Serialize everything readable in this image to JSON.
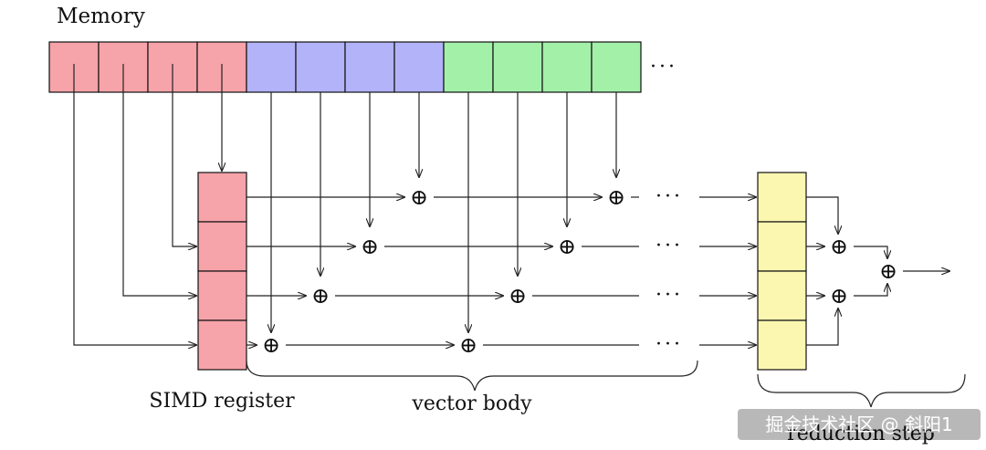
{
  "memory_label": "Memory",
  "memory_ellipsis": "···",
  "operator_symbol": "⊕",
  "row_ellipsis": "···",
  "simd_label": "SIMD register",
  "vector_body_label": "vector body",
  "reduction_label": "reduction step",
  "watermark": "掘金技术社区 @ 斜阳1",
  "colors": {
    "mem_group_1": "#f6a3a9",
    "mem_group_2": "#b3b3f9",
    "mem_group_3": "#a3f0a9",
    "simd_register": "#f6a3a9",
    "reduction_register": "#fbf7b1",
    "line": "#222222"
  }
}
